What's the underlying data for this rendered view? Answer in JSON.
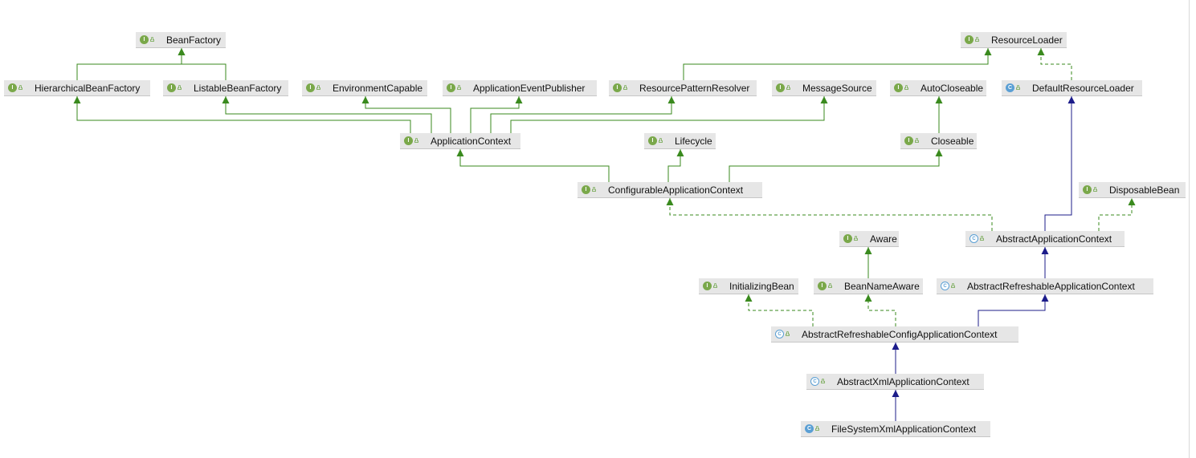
{
  "diagram": {
    "nodes": [
      {
        "id": "BeanFactory",
        "label": "BeanFactory",
        "kind": "interface"
      },
      {
        "id": "ResourceLoader",
        "label": "ResourceLoader",
        "kind": "interface"
      },
      {
        "id": "HierarchicalBeanFactory",
        "label": "HierarchicalBeanFactory",
        "kind": "interface"
      },
      {
        "id": "ListableBeanFactory",
        "label": "ListableBeanFactory",
        "kind": "interface"
      },
      {
        "id": "EnvironmentCapable",
        "label": "EnvironmentCapable",
        "kind": "interface"
      },
      {
        "id": "ApplicationEventPublisher",
        "label": "ApplicationEventPublisher",
        "kind": "interface"
      },
      {
        "id": "ResourcePatternResolver",
        "label": "ResourcePatternResolver",
        "kind": "interface"
      },
      {
        "id": "MessageSource",
        "label": "MessageSource",
        "kind": "interface"
      },
      {
        "id": "AutoCloseable",
        "label": "AutoCloseable",
        "kind": "interface"
      },
      {
        "id": "DefaultResourceLoader",
        "label": "DefaultResourceLoader",
        "kind": "class"
      },
      {
        "id": "ApplicationContext",
        "label": "ApplicationContext",
        "kind": "interface"
      },
      {
        "id": "Lifecycle",
        "label": "Lifecycle",
        "kind": "interface"
      },
      {
        "id": "Closeable",
        "label": "Closeable",
        "kind": "interface"
      },
      {
        "id": "ConfigurableApplicationContext",
        "label": "ConfigurableApplicationContext",
        "kind": "interface"
      },
      {
        "id": "DisposableBean",
        "label": "DisposableBean",
        "kind": "interface"
      },
      {
        "id": "Aware",
        "label": "Aware",
        "kind": "interface"
      },
      {
        "id": "AbstractApplicationContext",
        "label": "AbstractApplicationContext",
        "kind": "abstract"
      },
      {
        "id": "InitializingBean",
        "label": "InitializingBean",
        "kind": "interface"
      },
      {
        "id": "BeanNameAware",
        "label": "BeanNameAware",
        "kind": "interface"
      },
      {
        "id": "AbstractRefreshableApplicationContext",
        "label": "AbstractRefreshableApplicationContext",
        "kind": "abstract"
      },
      {
        "id": "AbstractRefreshableConfigApplicationContext",
        "label": "AbstractRefreshableConfigApplicationContext",
        "kind": "abstract"
      },
      {
        "id": "AbstractXmlApplicationContext",
        "label": "AbstractXmlApplicationContext",
        "kind": "abstract"
      },
      {
        "id": "FileSystemXmlApplicationContext",
        "label": "FileSystemXmlApplicationContext",
        "kind": "class"
      }
    ],
    "edges": [
      {
        "from": "HierarchicalBeanFactory",
        "to": "BeanFactory",
        "type": "interface-extends"
      },
      {
        "from": "ListableBeanFactory",
        "to": "BeanFactory",
        "type": "interface-extends"
      },
      {
        "from": "ResourcePatternResolver",
        "to": "ResourceLoader",
        "type": "interface-extends"
      },
      {
        "from": "DefaultResourceLoader",
        "to": "ResourceLoader",
        "type": "implements"
      },
      {
        "from": "ApplicationContext",
        "to": "HierarchicalBeanFactory",
        "type": "interface-extends"
      },
      {
        "from": "ApplicationContext",
        "to": "ListableBeanFactory",
        "type": "interface-extends"
      },
      {
        "from": "ApplicationContext",
        "to": "EnvironmentCapable",
        "type": "interface-extends"
      },
      {
        "from": "ApplicationContext",
        "to": "ApplicationEventPublisher",
        "type": "interface-extends"
      },
      {
        "from": "ApplicationContext",
        "to": "ResourcePatternResolver",
        "type": "interface-extends"
      },
      {
        "from": "ApplicationContext",
        "to": "MessageSource",
        "type": "interface-extends"
      },
      {
        "from": "Closeable",
        "to": "AutoCloseable",
        "type": "interface-extends"
      },
      {
        "from": "ConfigurableApplicationContext",
        "to": "ApplicationContext",
        "type": "interface-extends"
      },
      {
        "from": "ConfigurableApplicationContext",
        "to": "Lifecycle",
        "type": "interface-extends"
      },
      {
        "from": "ConfigurableApplicationContext",
        "to": "Closeable",
        "type": "interface-extends"
      },
      {
        "from": "AbstractApplicationContext",
        "to": "ConfigurableApplicationContext",
        "type": "implements"
      },
      {
        "from": "AbstractApplicationContext",
        "to": "DefaultResourceLoader",
        "type": "extends"
      },
      {
        "from": "AbstractApplicationContext",
        "to": "DisposableBean",
        "type": "implements"
      },
      {
        "from": "BeanNameAware",
        "to": "Aware",
        "type": "interface-extends"
      },
      {
        "from": "AbstractRefreshableApplicationContext",
        "to": "AbstractApplicationContext",
        "type": "extends"
      },
      {
        "from": "AbstractRefreshableConfigApplicationContext",
        "to": "InitializingBean",
        "type": "implements"
      },
      {
        "from": "AbstractRefreshableConfigApplicationContext",
        "to": "BeanNameAware",
        "type": "implements"
      },
      {
        "from": "AbstractRefreshableConfigApplicationContext",
        "to": "AbstractRefreshableApplicationContext",
        "type": "extends"
      },
      {
        "from": "AbstractXmlApplicationContext",
        "to": "AbstractRefreshableConfigApplicationContext",
        "type": "extends"
      },
      {
        "from": "FileSystemXmlApplicationContext",
        "to": "AbstractXmlApplicationContext",
        "type": "extends"
      }
    ],
    "colors": {
      "interface_edge": "#3a8a1e",
      "extends_edge": "#1c1c8a",
      "node_fill": "#e6e6e6",
      "interface_badge": "#7aa84a",
      "class_badge": "#5a9fd4"
    }
  }
}
